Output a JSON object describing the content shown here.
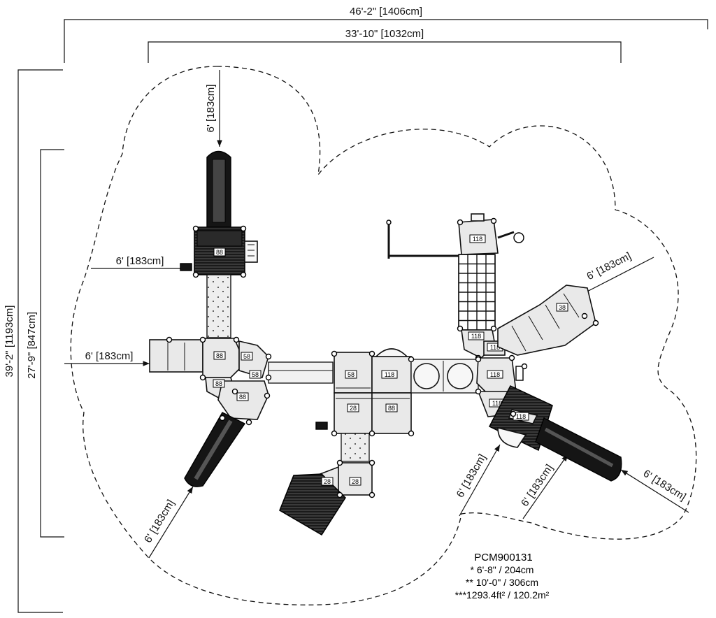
{
  "dimensions": {
    "overall_width": "46'-2\" [1406cm]",
    "inner_width": "33'-10\" [1032cm]",
    "overall_depth": "39'-2\" [1193cm]",
    "inner_depth": "27'-9\" [847cm]",
    "clearance": "6' [183cm]"
  },
  "deck_labels": [
    "88",
    "88",
    "58",
    "58",
    "88",
    "88",
    "58",
    "118",
    "28",
    "88",
    "28",
    "28",
    "118",
    "118",
    "118",
    "118",
    "118",
    "118",
    "38"
  ],
  "notes": {
    "model": "PCM900131",
    "line1": "* 6'-8\" / 204cm",
    "line2": "** 10'-0\" / 306cm",
    "line3": "***1293.4ft² / 120.2m²"
  }
}
